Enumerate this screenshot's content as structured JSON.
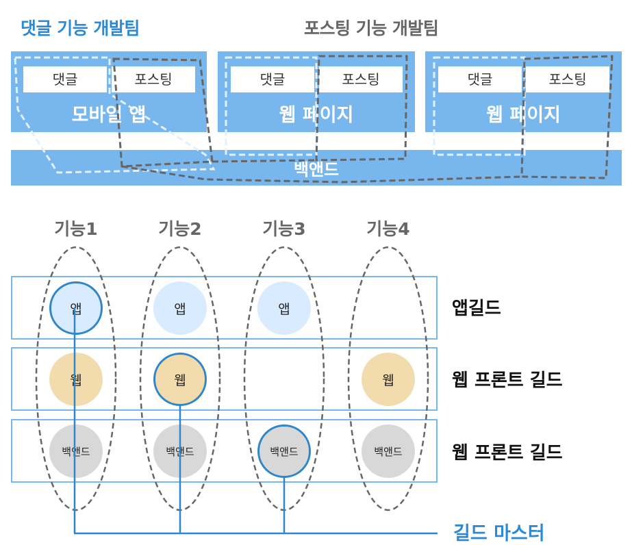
{
  "top_diagram": {
    "team_comment": "댓글 기능 개발팀",
    "team_posting": "포스팅 기능 개발팀",
    "blocks": [
      {
        "label": "모바일 앱",
        "sub_comment": "댓글",
        "sub_posting": "포스팅"
      },
      {
        "label": "웹 페이지",
        "sub_comment": "댓글",
        "sub_posting": "포스팅"
      },
      {
        "label": "웹 페이지",
        "sub_comment": "댓글",
        "sub_posting": "포스팅"
      }
    ],
    "backend_label": "백앤드"
  },
  "bottom_diagram": {
    "features": [
      "기능1",
      "기능2",
      "기능3",
      "기능4"
    ],
    "guilds": [
      {
        "label": "앱길드",
        "cells": [
          "앱",
          "앱",
          "앱",
          ""
        ]
      },
      {
        "label": "웹 프론트 길드",
        "cells": [
          "웹",
          "웹",
          "",
          "웹"
        ]
      },
      {
        "label": "웹 프론트 길드",
        "cells": [
          "백앤드",
          "백앤드",
          "백앤드",
          "백앤드"
        ]
      }
    ],
    "guild_master_label": "길드 마스터",
    "colors": {
      "app": "#d8ebff",
      "web": "#f2dcae",
      "backend": "#d8d8d8",
      "accent": "#2b8ad6",
      "row_border": "#78b6ee"
    }
  }
}
